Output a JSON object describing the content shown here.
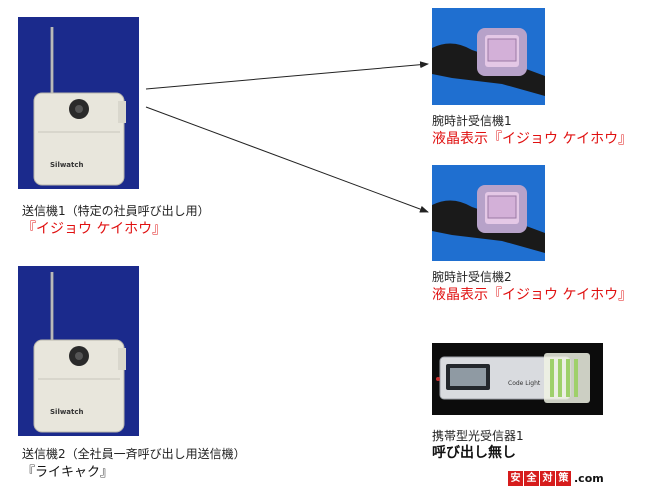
{
  "devices": {
    "transmitter1": {
      "caption": "送信機1（特定の社員呼び出し用）",
      "message": "『イジョウ ケイホウ』",
      "brand": "Silwatch"
    },
    "transmitter2": {
      "caption": "送信機2（全社員一斉呼び出し用送信機）",
      "message": "『ライキャク』",
      "brand": "Silwatch"
    },
    "watch1": {
      "caption": "腕時計受信機1",
      "message": "液晶表示『イジョウ ケイホウ』"
    },
    "watch2": {
      "caption": "腕時計受信機2",
      "message": "液晶表示『イジョウ ケイホウ』"
    },
    "portable": {
      "caption": "携帯型光受信器1",
      "message": "呼び出し無し",
      "brand": "Code Light"
    }
  },
  "logo": {
    "chars": [
      "安",
      "全",
      "対",
      "策"
    ],
    "domain": ".com",
    "colors": [
      "#d61c1c",
      "#d61c1c",
      "#d61c1c",
      "#d61c1c"
    ]
  }
}
